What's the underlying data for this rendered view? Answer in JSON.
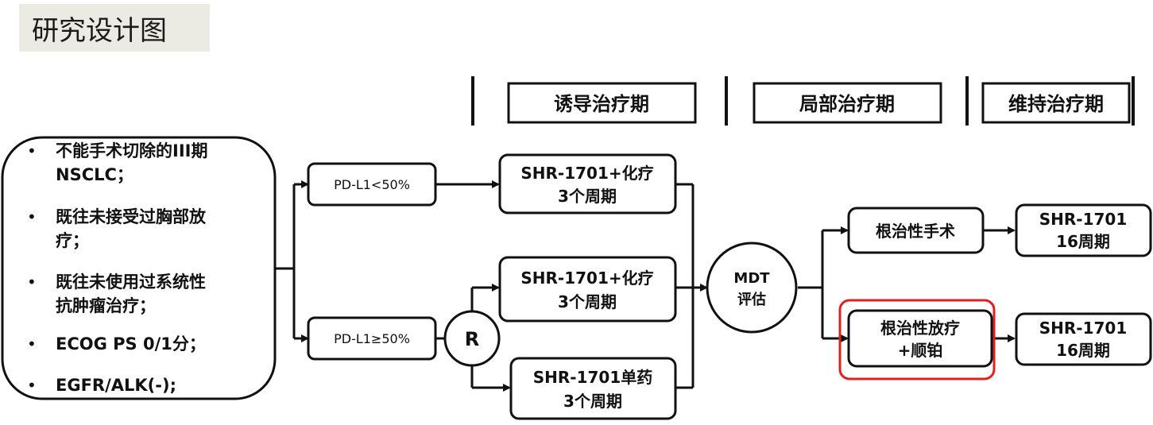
{
  "title": "研究设计图",
  "phases": {
    "induction": "诱导治疗期",
    "local": "局部治疗期",
    "maintenance": "维持治疗期"
  },
  "criteria": [
    [
      "不能手术切除的III期",
      "NSCLC；"
    ],
    [
      "既往未接受过胸部放",
      "疗；"
    ],
    [
      "既往未使用过系统性",
      "抗肿瘤治疗；"
    ],
    [
      "ECOG PS 0/1分；"
    ],
    [
      "EGFR/ALK(-);"
    ]
  ],
  "bullet_char": "•",
  "pdl1_low": "PD-L1<50%",
  "pdl1_high": "PD-L1≥50%",
  "randomize": "R",
  "arm1": [
    "SHR-1701+化疗",
    "3个周期"
  ],
  "arm2": [
    "SHR-1701+化疗",
    "3个周期"
  ],
  "arm3": [
    "SHR-1701单药",
    "3个周期"
  ],
  "mdt": [
    "MDT",
    "评估"
  ],
  "surgery": "根治性手术",
  "radio": [
    "根治性放疗",
    "+顺铂"
  ],
  "maint1": [
    "SHR-1701",
    "16周期"
  ],
  "maint2": [
    "SHR-1701",
    "16周期"
  ],
  "colors": {
    "highlight": "#e02020",
    "title_bg": "#ecebe3"
  }
}
